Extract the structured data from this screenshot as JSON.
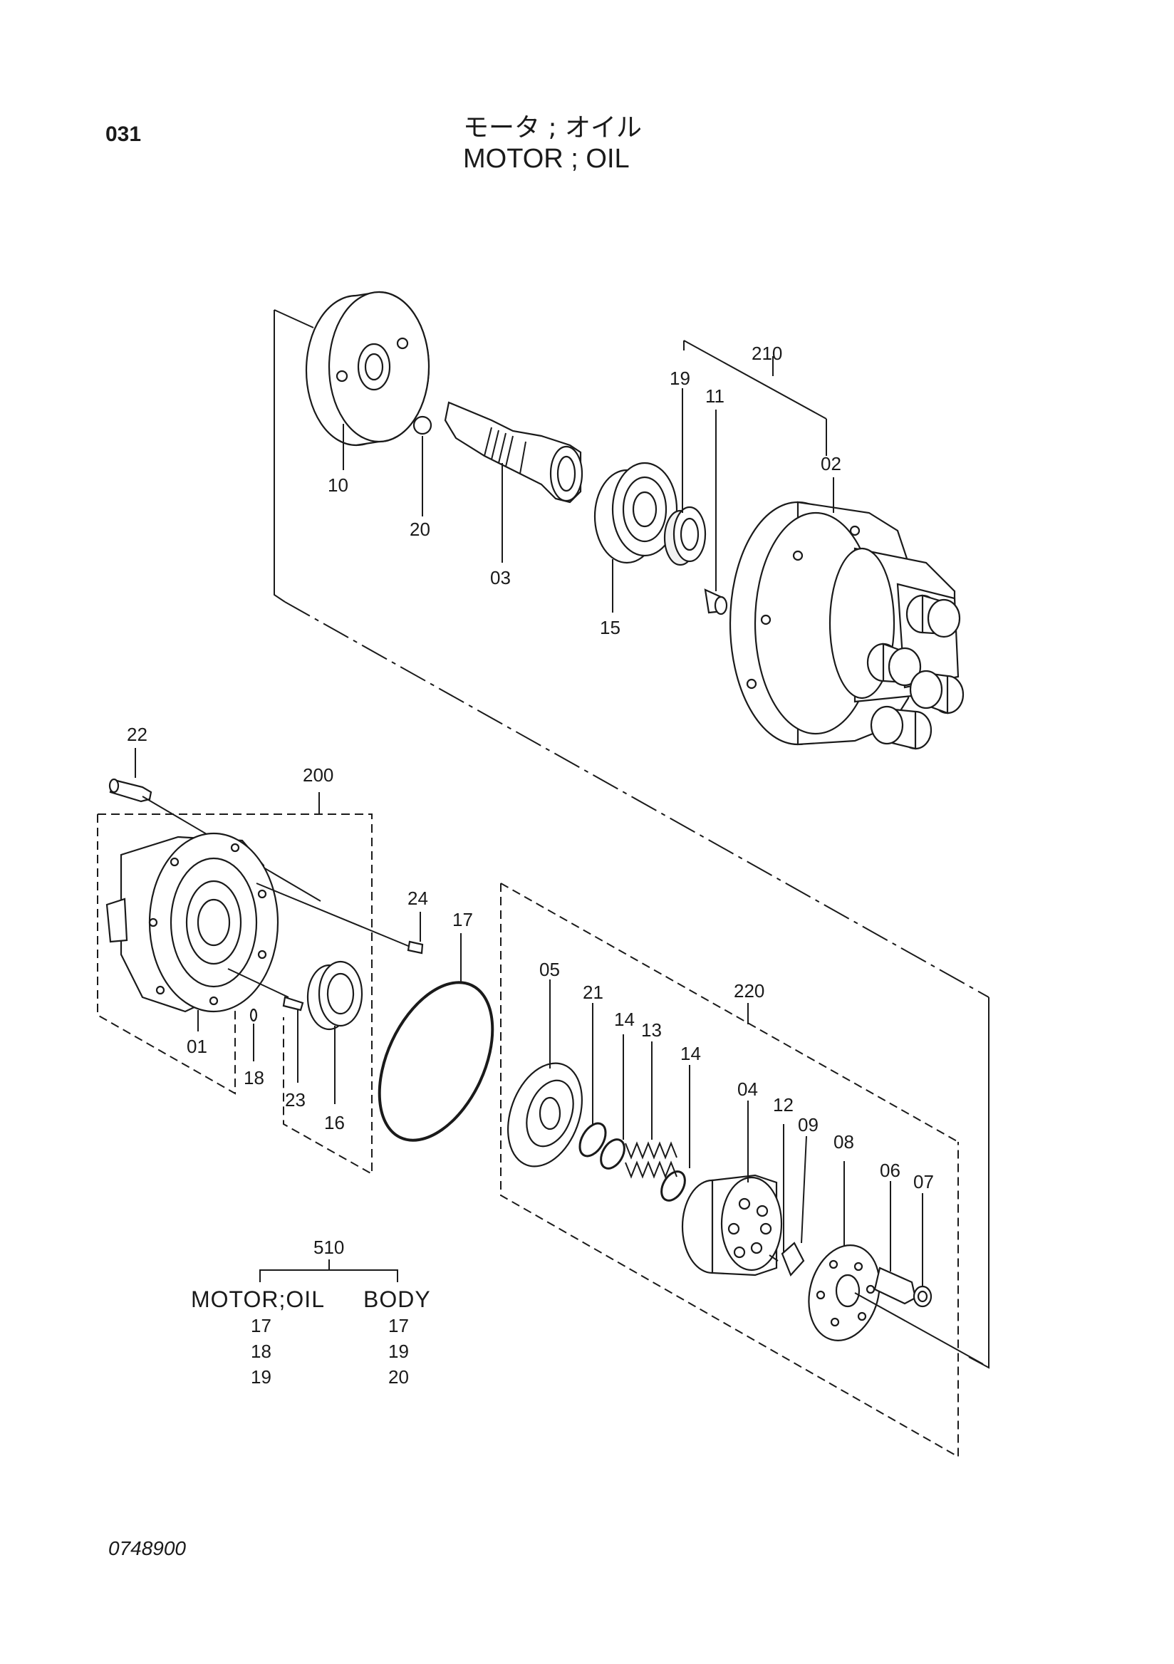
{
  "header": {
    "page_number": "031",
    "title_jp": "モータ ; オイル",
    "title_en": "MOTOR ; OIL"
  },
  "footer": {
    "drawing_code": "0748900"
  },
  "callouts": {
    "c10": "10",
    "c20": "20",
    "c03": "03",
    "c15": "15",
    "c19a": "19",
    "c11": "11",
    "c210": "210",
    "c02": "02",
    "c22": "22",
    "c200": "200",
    "c24": "24",
    "c17": "17",
    "c01": "01",
    "c18": "18",
    "c23": "23",
    "c16": "16",
    "c05": "05",
    "c21": "21",
    "c14a": "14",
    "c13": "13",
    "c14b": "14",
    "c220": "220",
    "c04": "04",
    "c12": "12",
    "c09": "09",
    "c08": "08",
    "c06": "06",
    "c07": "07"
  },
  "kit_table": {
    "kit_number": "510",
    "columns": [
      {
        "header": "MOTOR;OIL",
        "items": [
          "17",
          "18",
          "19"
        ]
      },
      {
        "header": "BODY",
        "items": [
          "17",
          "19",
          "20"
        ]
      }
    ]
  }
}
